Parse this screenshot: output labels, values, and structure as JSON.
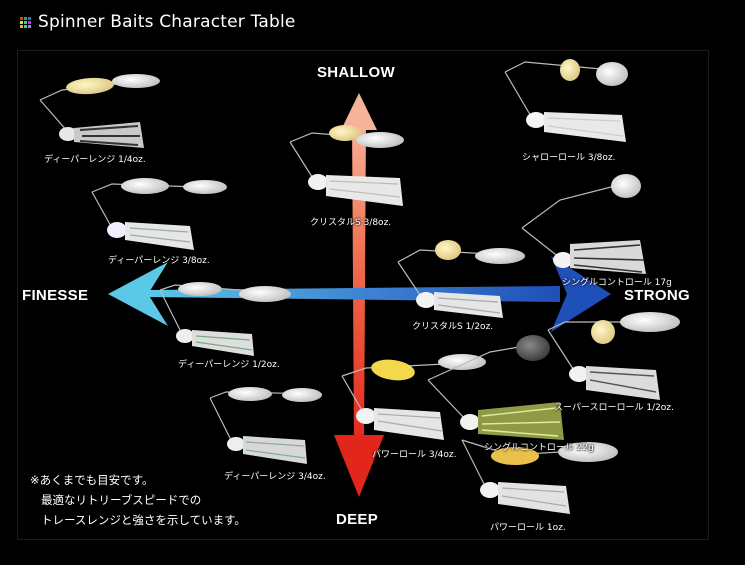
{
  "header": {
    "title": "Spinner Baits Character Table"
  },
  "axes": {
    "top": "SHALLOW",
    "bottom": "DEEP",
    "left": "FINESSE",
    "right": "STRONG"
  },
  "lures": [
    "ディーパーレンジ 1/4oz.",
    "ディーパーレンジ 3/8oz.",
    "ディーパーレンジ 1/2oz.",
    "ディーパーレンジ 3/4oz.",
    "クリスタルS 3/8oz.",
    "クリスタルS 1/2oz.",
    "パワーロール 3/4oz.",
    "シャローロール 3/8oz.",
    "シングルコントロール 17g",
    "スーパースローロール 1/2oz.",
    "シングルコントロール 22g",
    "パワーロール 1oz."
  ],
  "note": {
    "line1": "※あくまでも目安です。",
    "line2": "最適なリトリーブスピードでの",
    "line3": "トレースレンジと強さを示しています。"
  },
  "colors": {
    "icon": [
      "#d33",
      "#3a3",
      "#36d",
      "#dd3",
      "#3cc",
      "#c3c",
      "#fa3",
      "#3d8",
      "#88f"
    ],
    "vertical_top": "#f7b39a",
    "vertical_bottom": "#e3261c",
    "horizontal_left": "#5cc8e8",
    "horizontal_right": "#1f4fb8"
  }
}
